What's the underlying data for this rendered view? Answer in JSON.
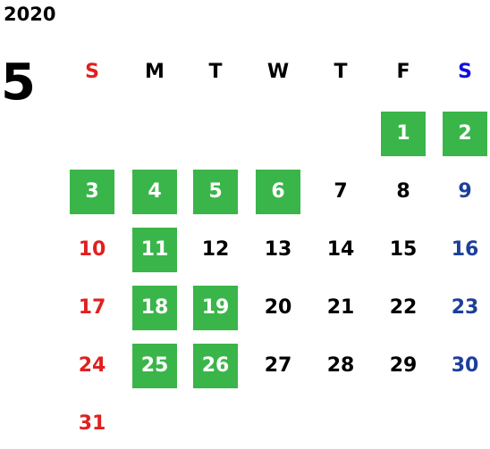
{
  "calendar": {
    "year": "2020",
    "month": "5",
    "weekdays": [
      "S",
      "M",
      "T",
      "W",
      "T",
      "F",
      "S"
    ],
    "first_weekday_index": 5,
    "days_in_month": 31,
    "highlighted_days": [
      1,
      2,
      3,
      4,
      5,
      6,
      11,
      18,
      19,
      25,
      26
    ],
    "colors": {
      "sunday": "#e02020",
      "saturday": "#1d3f9b",
      "saturday_header": "#1010e0",
      "weekday": "#000000",
      "highlight_bg": "#3ab54a",
      "highlight_text": "#ffffff"
    }
  }
}
